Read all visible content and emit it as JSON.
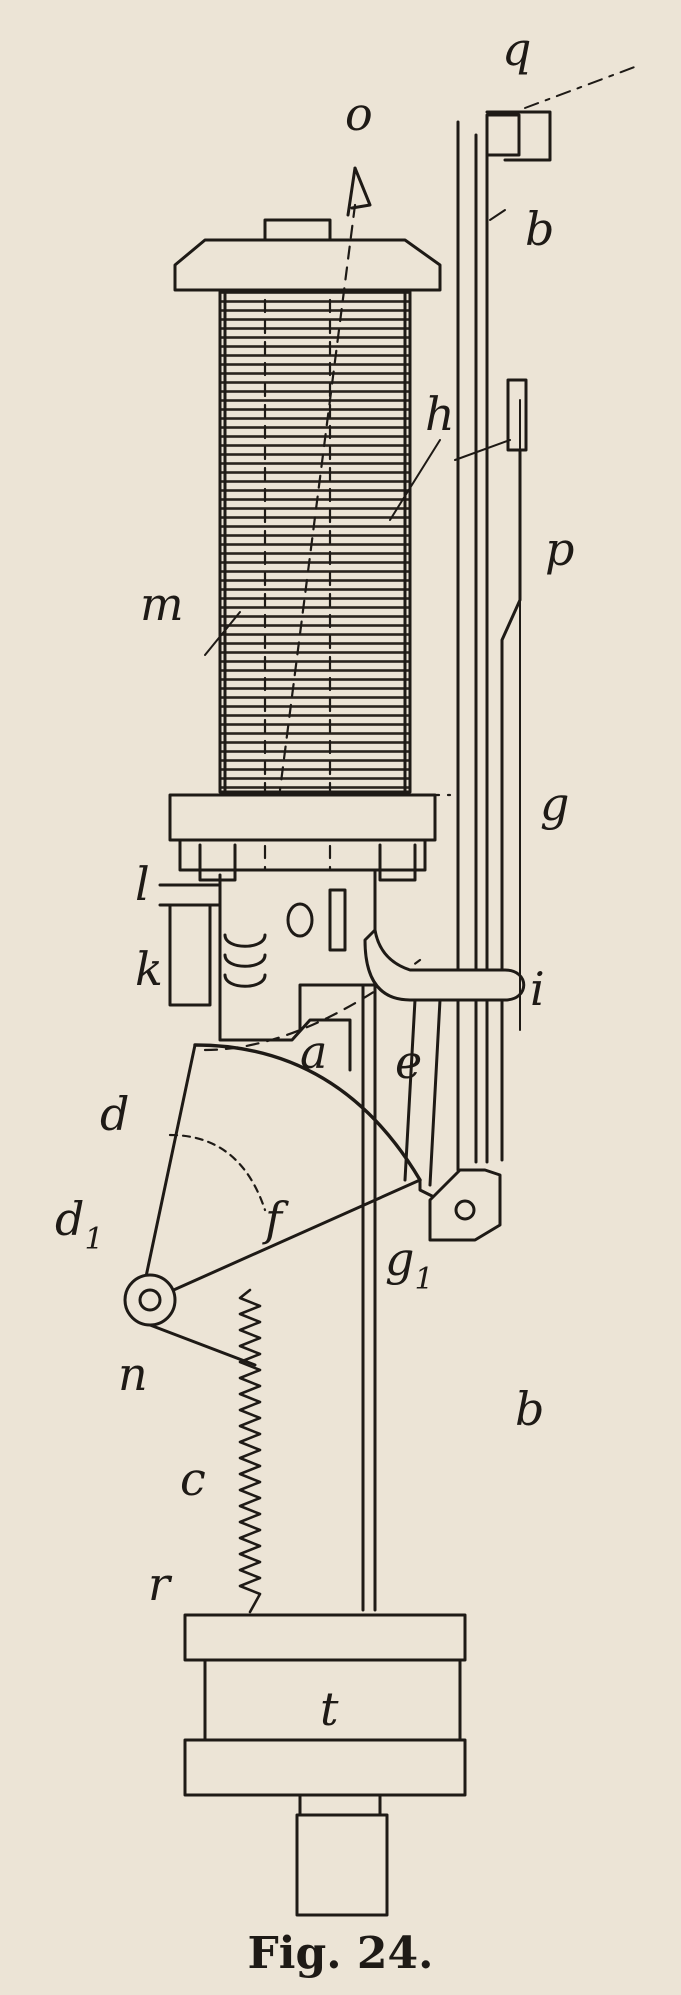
{
  "figure": {
    "caption": "Fig. 24.",
    "ink_color": "#1e1a16",
    "paper_color": "#ece4d6",
    "labels": {
      "o": "o",
      "q": "q",
      "b_top": "b",
      "h": "h",
      "p": "p",
      "m": "m",
      "g": "g",
      "l": "l",
      "k": "k",
      "i": "i",
      "e": "e",
      "a": "a",
      "d": "d",
      "d1": "d",
      "d1_sub": "1",
      "f": "f",
      "g1": "g",
      "g1_sub": "1",
      "n": "n",
      "b_bottom": "b",
      "c": "c",
      "r": "r",
      "t": "t"
    }
  }
}
